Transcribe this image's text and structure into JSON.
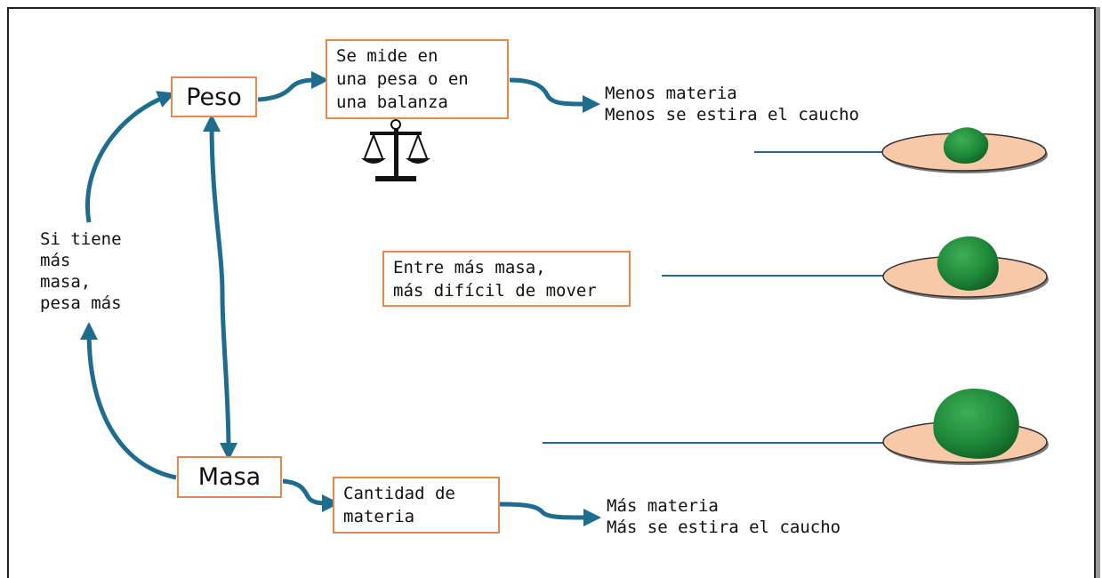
{
  "nodes": {
    "peso": "Peso",
    "masa": "Masa",
    "se_mide": [
      "Se mide en",
      "una pesa o en",
      "una balanza"
    ],
    "cantidad": [
      "Cantidad de",
      "materia"
    ],
    "entre_mas": [
      "Entre más masa,",
      "más difícil de mover"
    ]
  },
  "labels": {
    "si_tiene": [
      "Si tiene",
      "más",
      "masa,",
      "pesa más"
    ],
    "menos": [
      "Menos materia",
      "Menos se estira el caucho"
    ],
    "mas": [
      "Más materia",
      "Más se estira el caucho"
    ]
  },
  "icons": {
    "scale": "balance-scale-icon",
    "plate": "plate-with-clay-icon"
  },
  "colors": {
    "arrow": "#1e6d8f",
    "box_border": "#e8884a",
    "plate_fill": "#f7c9a8",
    "clay": "#1f8a3a"
  }
}
